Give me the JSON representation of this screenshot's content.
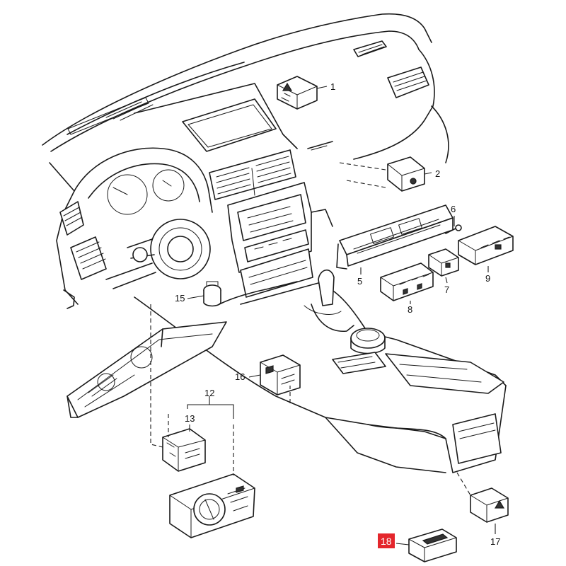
{
  "callouts": [
    {
      "id": "c1",
      "label": "1"
    },
    {
      "id": "c2",
      "label": "2"
    },
    {
      "id": "c5",
      "label": "5"
    },
    {
      "id": "c6",
      "label": "6"
    },
    {
      "id": "c7",
      "label": "7"
    },
    {
      "id": "c8",
      "label": "8"
    },
    {
      "id": "c9",
      "label": "9"
    },
    {
      "id": "c12",
      "label": "12"
    },
    {
      "id": "c13",
      "label": "13"
    },
    {
      "id": "c15",
      "label": "15"
    },
    {
      "id": "c16",
      "label": "16"
    },
    {
      "id": "c17",
      "label": "17"
    },
    {
      "id": "c18",
      "label": "18",
      "highlighted": true
    }
  ],
  "colors": {
    "line": "#1a1a1a",
    "highlight": "#e4262c",
    "background": "#ffffff"
  }
}
